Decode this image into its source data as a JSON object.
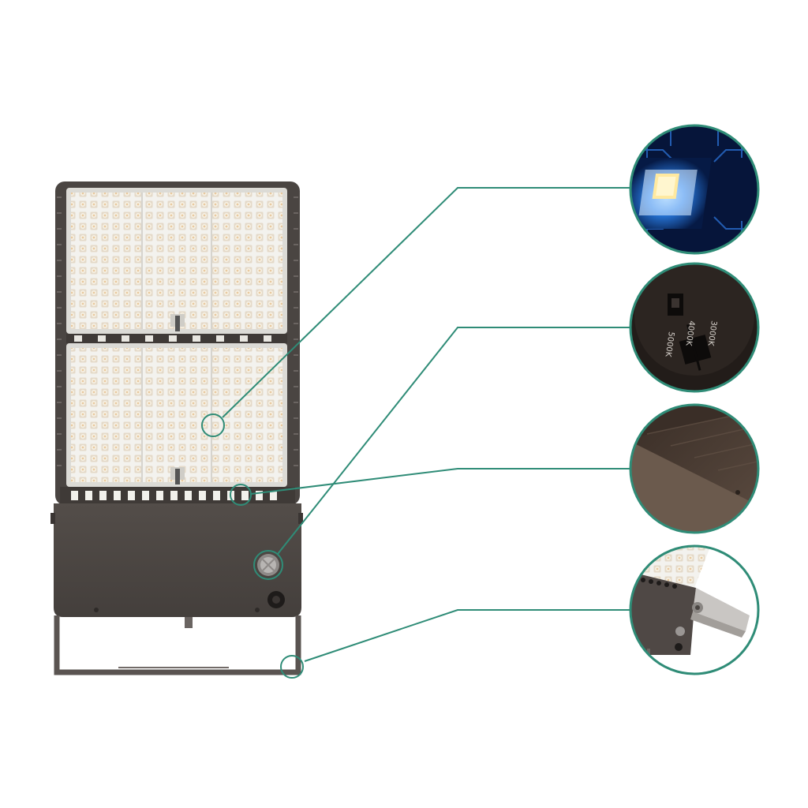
{
  "switch": {
    "label_3000": "3000K",
    "label_4000": "4000K",
    "label_5000": "5000K"
  },
  "colors": {
    "callout_line": "#2f8c77",
    "housing": "#4e4845",
    "housing_dark": "#3d3835",
    "lens_bg": "#ecebe6",
    "chip_blue": "#2a7fe8",
    "bracket": "#5a5451"
  }
}
